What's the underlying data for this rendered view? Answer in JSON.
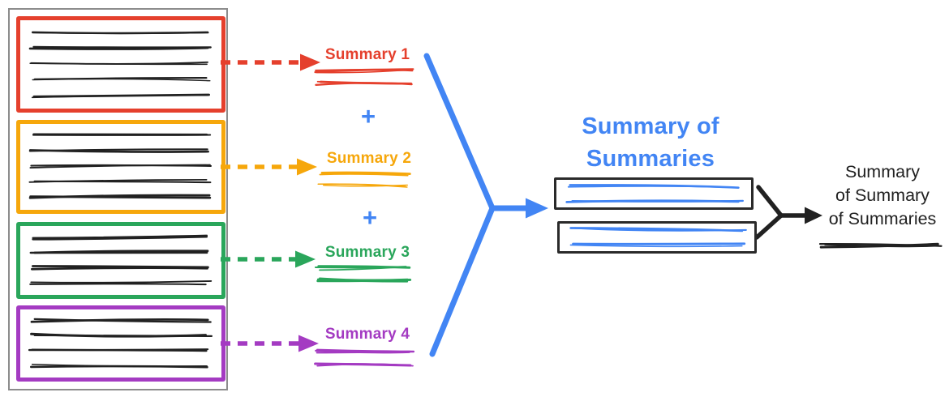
{
  "palette": {
    "red": "#e5402d",
    "orange": "#f6a70b",
    "green": "#2aa65b",
    "purple": "#a43bc2",
    "blue": "#4285f4",
    "ink": "#212121",
    "box_border": "#2a2a2a",
    "container_border": "#8c8c8c"
  },
  "documents": [
    {
      "name": "document-1",
      "color": "red",
      "text_lines": 5
    },
    {
      "name": "document-2",
      "color": "orange",
      "text_lines": 5
    },
    {
      "name": "document-3",
      "color": "green",
      "text_lines": 4
    },
    {
      "name": "document-4",
      "color": "purple",
      "text_lines": 4
    }
  ],
  "summaries": [
    {
      "label": "Summary 1",
      "color": "red"
    },
    {
      "label": "Summary 2",
      "color": "orange"
    },
    {
      "label": "Summary 3",
      "color": "green"
    },
    {
      "label": "Summary 4",
      "color": "purple"
    }
  ],
  "operators": {
    "plus": "+"
  },
  "summary_of_summaries": {
    "title_line1": "Summary of",
    "title_line2": "Summaries",
    "box_count": 2
  },
  "final_summary": {
    "line1": "Summary",
    "line2": "of Summary",
    "line3": "of Summaries"
  }
}
